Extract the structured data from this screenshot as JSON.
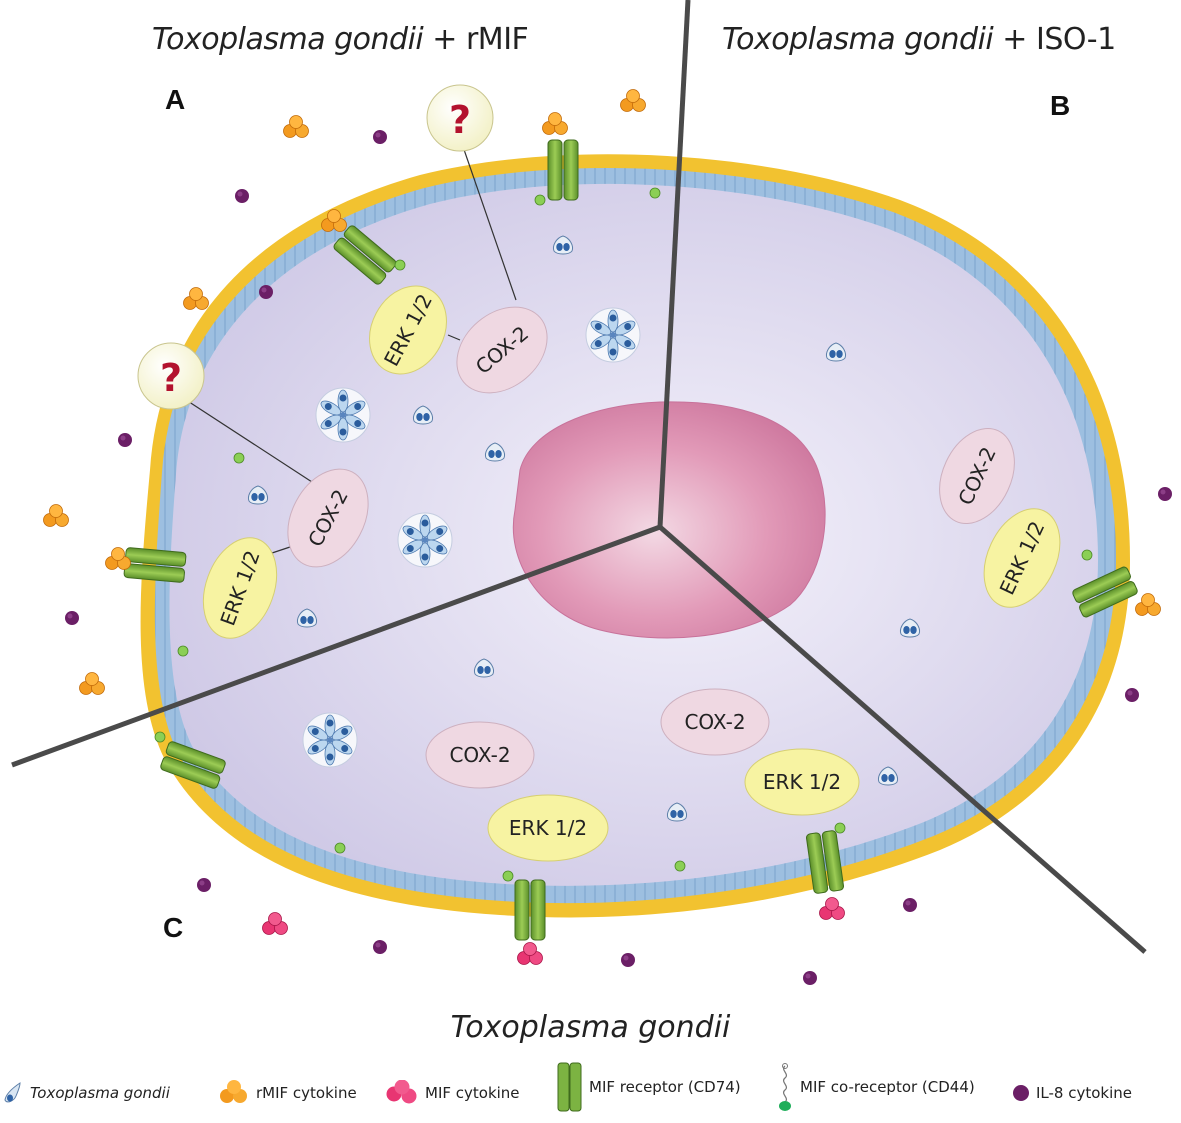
{
  "titles": {
    "panel_a": {
      "organism": "Toxoplasma gondii",
      "treatment": "+ rMIF"
    },
    "panel_b": {
      "organism": "Toxoplasma gondii",
      "treatment": "+ ISO-1"
    },
    "bottom": "Toxoplasma gondii"
  },
  "panel_labels": {
    "a": "A",
    "b": "B",
    "c": "C"
  },
  "molecules": {
    "cox2": "COX-2",
    "erk": "ERK 1/2",
    "unknown": "?"
  },
  "legend": [
    {
      "icon": "toxoplasma-icon",
      "label": "Toxoplasma gondii",
      "italic": true
    },
    {
      "icon": "rmif-cytokine-icon",
      "label": "rMIF cytokine",
      "italic": false
    },
    {
      "icon": "mif-cytokine-icon",
      "label": "MIF cytokine",
      "italic": false
    },
    {
      "icon": "mif-receptor-icon",
      "label": "MIF receptor (CD74)",
      "italic": false
    },
    {
      "icon": "mif-coreceptor-icon",
      "label": "MIF co-receptor (CD44)",
      "italic": false
    },
    {
      "icon": "il8-cytokine-icon",
      "label": "IL-8 cytokine",
      "italic": false
    }
  ],
  "colors": {
    "cytoplasm": "#ddd8ee",
    "membrane_blue": "#8fb4d8",
    "membrane_heads": "#f2c230",
    "nucleus": "#e6a0bd",
    "cox2_fill": "#efd8e2",
    "erk_fill": "#f7f3a2",
    "receptor": "#7cb342",
    "rmif": "#f39a1f",
    "mif": "#e83572",
    "il8": "#6b1f66",
    "divider": "#4a4a4a"
  }
}
